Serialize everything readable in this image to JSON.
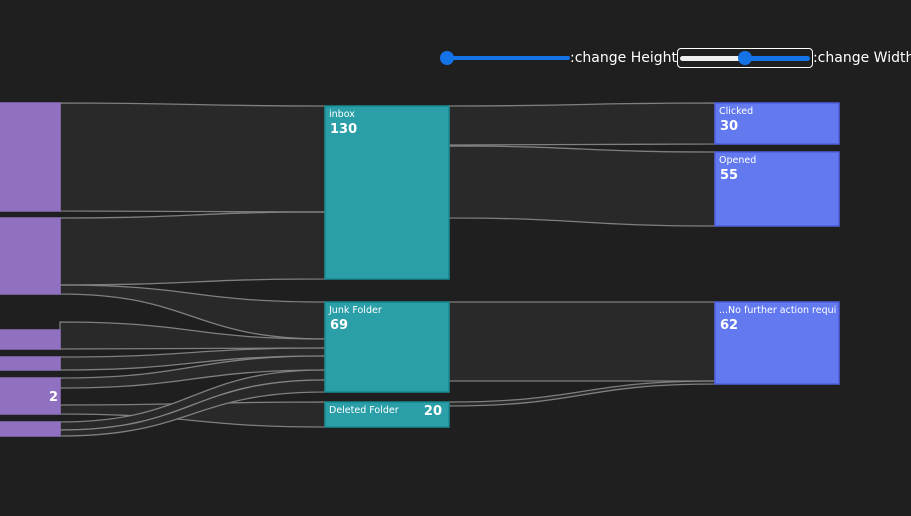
{
  "controls": {
    "height_label": ":change Height",
    "width_label": ":change Width",
    "height_value": 0.0,
    "width_value": 0.5,
    "accent": "#1473e6"
  },
  "chart_data": {
    "type": "sankey",
    "colors": {
      "source": "#9070c0",
      "folder": "#2a9fa8",
      "folder_border": "#188a90",
      "action": "#6379f0",
      "action_border": "#5060e0",
      "link_fill": "#292929",
      "link_stroke": "#8a8a8a"
    },
    "nodes": [
      {
        "id": "s1",
        "column": 0,
        "label": "",
        "value": null
      },
      {
        "id": "s2",
        "column": 0,
        "label": "",
        "value": null
      },
      {
        "id": "s3",
        "column": 0,
        "label": "",
        "value": null
      },
      {
        "id": "s4",
        "column": 0,
        "label": "",
        "value": null
      },
      {
        "id": "s5",
        "column": 0,
        "label": "",
        "value": "2"
      },
      {
        "id": "s6",
        "column": 0,
        "label": "",
        "value": null
      },
      {
        "id": "inbox",
        "column": 1,
        "label": "inbox",
        "value": "130"
      },
      {
        "id": "junk",
        "column": 1,
        "label": "Junk Folder",
        "value": "69"
      },
      {
        "id": "deleted",
        "column": 1,
        "label": "Deleted Folder",
        "value": "20"
      },
      {
        "id": "clicked",
        "column": 2,
        "label": "Clicked",
        "value": "30"
      },
      {
        "id": "opened",
        "column": 2,
        "label": "Opened",
        "value": "55"
      },
      {
        "id": "noaction",
        "column": 2,
        "label": "...No further action requi",
        "value": "62"
      }
    ],
    "links": [
      {
        "source": "s1",
        "target": "inbox",
        "value": 81
      },
      {
        "source": "s2",
        "target": "inbox",
        "value": 49
      },
      {
        "source": "s2",
        "target": "junk",
        "value": 32
      },
      {
        "source": "s3",
        "target": "junk",
        "value": 8
      },
      {
        "source": "s4",
        "target": "junk",
        "value": 8
      },
      {
        "source": "s5",
        "target": "junk",
        "value": 11
      },
      {
        "source": "s5",
        "target": "deleted",
        "value": 10
      },
      {
        "source": "s6",
        "target": "junk",
        "value": 10
      },
      {
        "source": "s6",
        "target": "deleted",
        "value": 10
      },
      {
        "source": "inbox",
        "target": "clicked",
        "value": 30
      },
      {
        "source": "inbox",
        "target": "opened",
        "value": 55
      },
      {
        "source": "junk",
        "target": "noaction",
        "value": 62
      },
      {
        "source": "deleted",
        "target": "noaction",
        "value": 0
      }
    ]
  }
}
